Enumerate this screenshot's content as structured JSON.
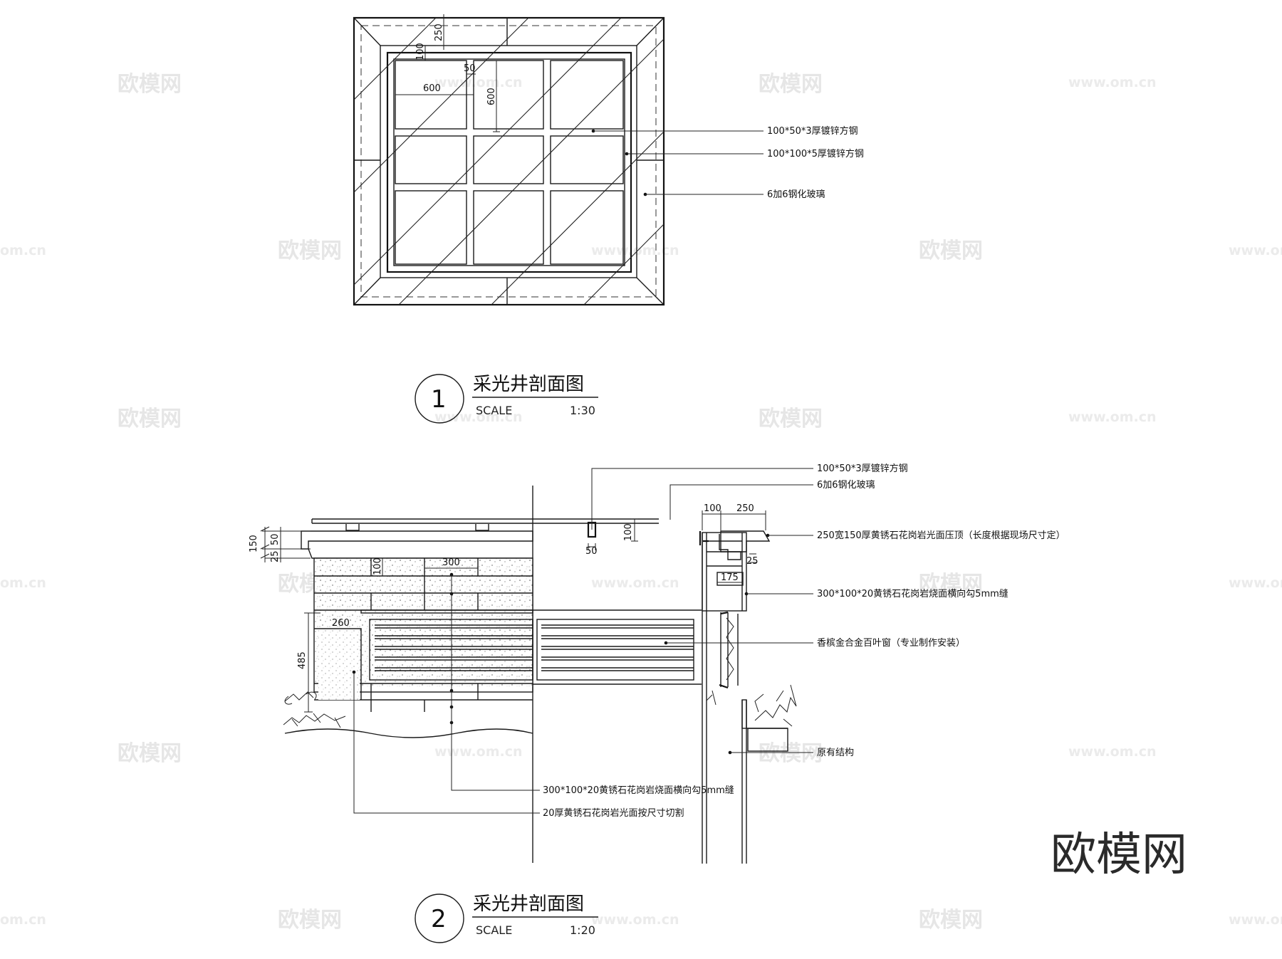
{
  "watermark": {
    "logo_text": "欧模网",
    "url_text": "www.om.cn",
    "short_text": "om.cn"
  },
  "plan_view": {
    "dims": {
      "frame": "250",
      "offset": "100",
      "bar": "50",
      "cell_w": "600",
      "cell_h": "600"
    },
    "notes": [
      "100*50*3厚镀锌方钢",
      "100*100*5厚镀锌方钢",
      "6加6钢化玻璃"
    ],
    "title": "采光井剖面图",
    "number": "1",
    "scale_label": "SCALE",
    "scale_value": "1:30"
  },
  "section_view": {
    "dims": {
      "d150": "150",
      "d25": "25",
      "d50a": "50",
      "d100a": "100",
      "d300": "300",
      "d260": "260",
      "d485": "485",
      "d50b": "50",
      "d100b": "100",
      "d100c": "100",
      "d250": "250",
      "d25b": "25",
      "d175": "175"
    },
    "notes_right": [
      "100*50*3厚镀锌方钢",
      "6加6钢化玻璃",
      "250宽150厚黄锈石花岗岩光面压顶（长度根据现场尺寸定）",
      "300*100*20黄锈石花岗岩烧面横向勾5mm缝",
      "香槟金合金百叶窗（专业制作安装）",
      "原有结构"
    ],
    "notes_bottom": [
      "300*100*20黄锈石花岗岩烧面横向勾5mm缝",
      "20厚黄锈石花岗岩光面按尺寸切割"
    ],
    "title": "采光井剖面图",
    "number": "2",
    "scale_label": "SCALE",
    "scale_value": "1:20"
  }
}
